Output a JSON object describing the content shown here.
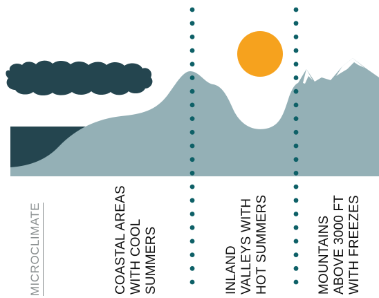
{
  "labels": {
    "microclimate": "MICROCLIMATE",
    "coastal": "COASTAL AREAS\nWITH COOL\nSUMMERS",
    "inland": "INLAND\nVALLEYS WITH\nHOT SUMMERS",
    "mountains": "MOUNTAINS\nABOVE 3000 FT\nWITH FREEZES"
  },
  "colors": {
    "land": "#94b0b6",
    "water": "#24454f",
    "cloud": "#24454f",
    "sun": "#f6a21e",
    "divider_dots": "#0e6067",
    "snow": "#ffffff",
    "text": "#111111",
    "muted_text": "#8a8f90"
  },
  "icons": [
    "cloud-icon",
    "sun-icon",
    "snow-peak-icon"
  ]
}
